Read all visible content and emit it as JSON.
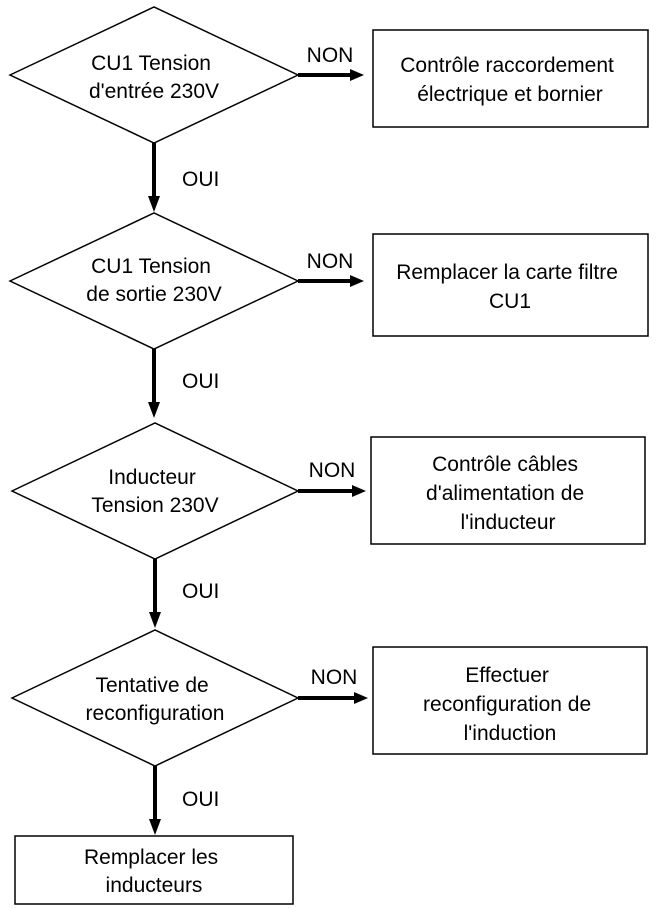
{
  "steps": [
    {
      "question": [
        "CU1 Tension",
        "d'entrée 230V"
      ],
      "no_label": "NON",
      "yes_label": "OUI",
      "no_action": [
        "Contrôle raccordement",
        "électrique et bornier"
      ]
    },
    {
      "question": [
        "CU1 Tension",
        "de sortie 230V"
      ],
      "no_label": "NON",
      "yes_label": "OUI",
      "no_action": [
        "Remplacer la carte filtre",
        "CU1"
      ]
    },
    {
      "question": [
        "Inducteur",
        "Tension 230V"
      ],
      "no_label": "NON",
      "yes_label": "OUI",
      "no_action": [
        "Contrôle câbles",
        "d'alimentation de",
        "l'inducteur"
      ]
    },
    {
      "question": [
        "Tentative de",
        "reconfiguration"
      ],
      "no_label": "NON",
      "yes_label": "OUI",
      "no_action": [
        "Effectuer",
        "reconfiguration de",
        "l'induction"
      ]
    }
  ],
  "final_action": [
    "Remplacer les",
    "inducteurs"
  ]
}
